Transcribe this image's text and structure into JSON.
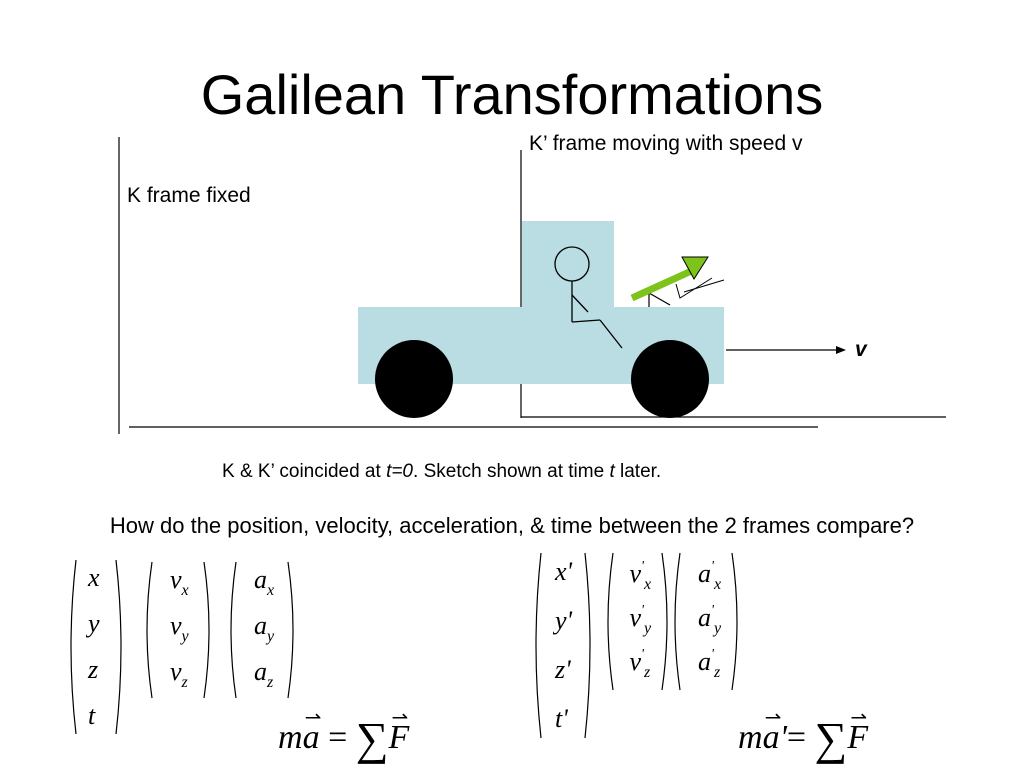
{
  "title": "Galilean Transformations",
  "kprime_label": "K’ frame moving with speed v",
  "k_label": "K frame fixed",
  "v_arrow_label": "v",
  "caption": {
    "part1": "K & K’ coincided at ",
    "t0": "t=0",
    "part2": ".   Sketch shown at time ",
    "t": "t",
    "part3": " later."
  },
  "question": "How do the position, velocity, acceleration, & time between the 2 frames compare?",
  "colors": {
    "truck": "#b9dde2",
    "wheel": "#000000",
    "ramp": "#7dc31a",
    "ball": "#8dc63f"
  },
  "vectors_k": {
    "position": [
      "x",
      "y",
      "z",
      "t"
    ],
    "velocity": [
      {
        "base": "v",
        "sub": "x"
      },
      {
        "base": "v",
        "sub": "y"
      },
      {
        "base": "v",
        "sub": "z"
      }
    ],
    "acceleration": [
      {
        "base": "a",
        "sub": "x"
      },
      {
        "base": "a",
        "sub": "y"
      },
      {
        "base": "a",
        "sub": "z"
      }
    ]
  },
  "vectors_kprime": {
    "position": [
      "x'",
      "y'",
      "z'",
      "t'"
    ],
    "velocity": [
      {
        "base": "v",
        "sub": "x",
        "prime": "'"
      },
      {
        "base": "v",
        "sub": "y",
        "prime": "'"
      },
      {
        "base": "v",
        "sub": "z",
        "prime": "'"
      }
    ],
    "acceleration": [
      {
        "base": "a",
        "sub": "x",
        "prime": "'"
      },
      {
        "base": "a",
        "sub": "y",
        "prime": "'"
      },
      {
        "base": "a",
        "sub": "z",
        "prime": "'"
      }
    ]
  },
  "equation_k": {
    "m": "m",
    "a": "a",
    "prime": "",
    "eq": "=",
    "sum": "∑",
    "F": "F"
  },
  "equation_kprime": {
    "m": "m",
    "a": "a",
    "prime": "'",
    "eq": "=",
    "sum": "∑",
    "F": "F"
  }
}
